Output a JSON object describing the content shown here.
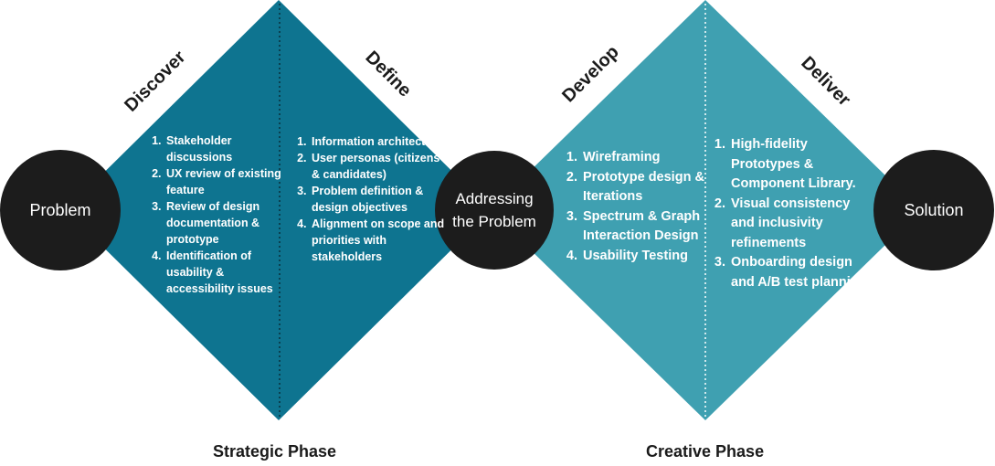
{
  "colors": {
    "strategic": "#0e7490",
    "creative": "#3fa0b1",
    "circle": "#1c1c1c",
    "text_on_dark": "#ffffff",
    "label": "#1b1b1b"
  },
  "nodes": {
    "problem": "Problem",
    "addressing": "Addressing the Problem",
    "solution": "Solution"
  },
  "stages": {
    "discover": {
      "title": "Discover",
      "items": [
        "Stakeholder discussions",
        "UX review of existing feature",
        "Review of design documentation & prototype",
        "Identification of usability & accessibility issues"
      ]
    },
    "define": {
      "title": "Define",
      "items": [
        "Information architecture",
        "User personas (citizens & candidates)",
        "Problem definition & design objectives",
        "Alignment on scope and priorities with stakeholders"
      ]
    },
    "develop": {
      "title": "Develop",
      "items": [
        "Wireframing",
        "Prototype design & Iterations",
        "Spectrum & Graph Interaction Design",
        "Usability Testing"
      ]
    },
    "deliver": {
      "title": "Deliver",
      "items": [
        "High-fidelity Prototypes & Component Library.",
        "Visual consistency and inclusivity refinements",
        "Onboarding design and A/B test planning"
      ]
    }
  },
  "phases": {
    "strategic": "Strategic Phase",
    "creative": "Creative Phase"
  }
}
